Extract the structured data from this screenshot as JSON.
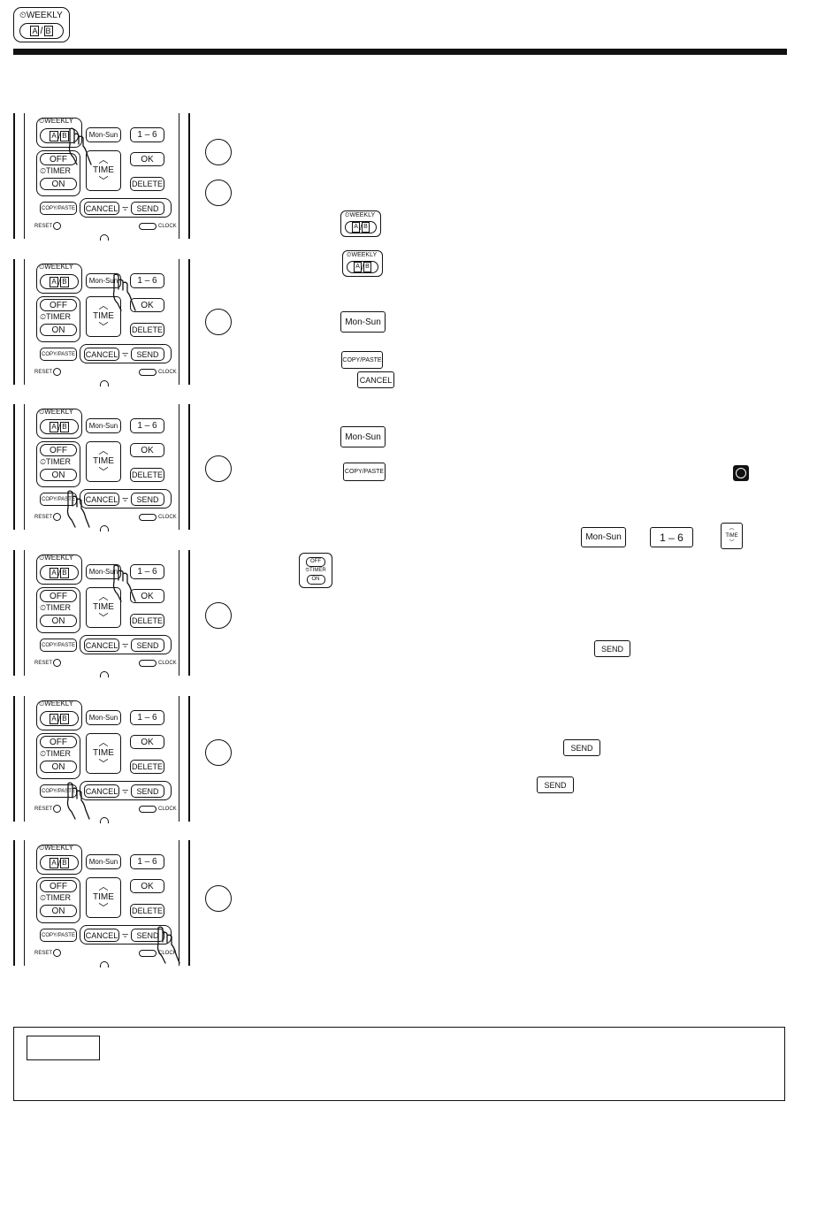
{
  "header": {
    "badge_weekly": "WEEKLY",
    "badge_a": "A",
    "badge_slash": "/",
    "badge_b": "B"
  },
  "remote": {
    "weekly": "WEEKLY",
    "a": "A",
    "slash": "/",
    "b": "B",
    "mon_sun": "Mon-Sun",
    "one_six": "1 – 6",
    "off": "OFF",
    "timer": "TIMER",
    "on": "ON",
    "time": "TIME",
    "ok": "OK",
    "delete": "DELETE",
    "copy_paste": "COPY/PASTE",
    "cancel": "CANCEL",
    "send": "SEND",
    "reset": "RESET",
    "clock": "CLOCK"
  },
  "inline_icons": {
    "weekly": "WEEKLY",
    "a": "A",
    "slash": "/",
    "b": "B",
    "mon_sun": "Mon-Sun",
    "copy_paste": "COPY/PASTE",
    "cancel": "CANCEL",
    "one_six": "1 – 6",
    "time": "TIME",
    "off": "OFF",
    "timer": "TIMER",
    "on": "ON",
    "send": "SEND"
  }
}
